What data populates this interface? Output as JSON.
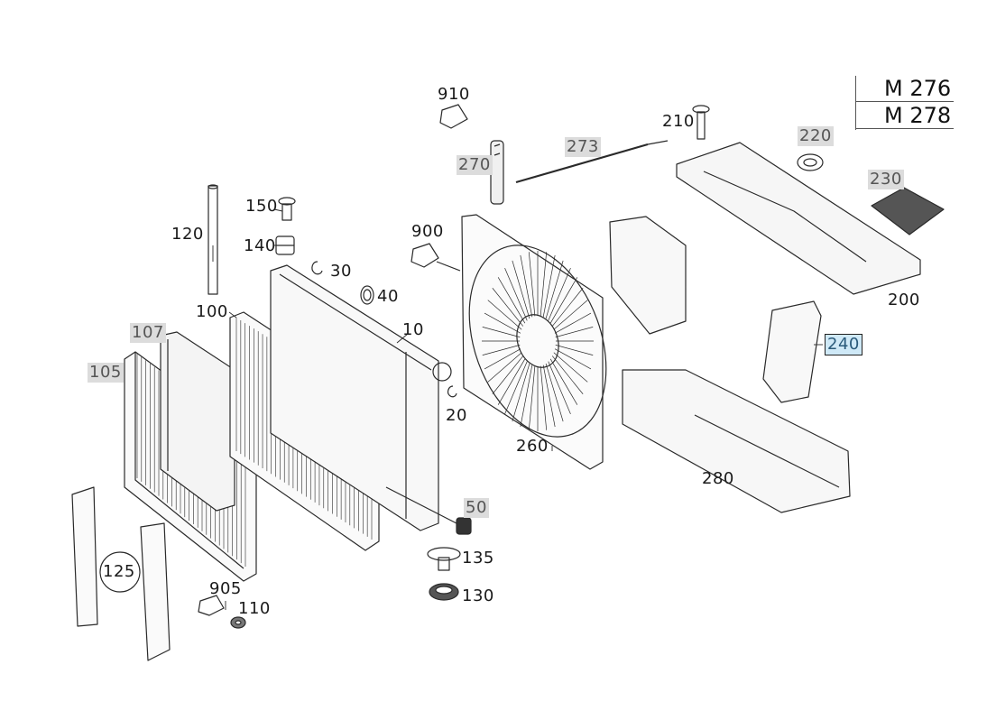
{
  "models": [
    "M 276",
    "M 278"
  ],
  "callouts": [
    {
      "id": "910",
      "style": "plain"
    },
    {
      "id": "270",
      "style": "grey"
    },
    {
      "id": "273",
      "style": "grey"
    },
    {
      "id": "210",
      "style": "plain"
    },
    {
      "id": "220",
      "style": "grey"
    },
    {
      "id": "230",
      "style": "grey"
    },
    {
      "id": "200",
      "style": "plain"
    },
    {
      "id": "240",
      "style": "selected"
    },
    {
      "id": "150",
      "style": "plain"
    },
    {
      "id": "140",
      "style": "plain"
    },
    {
      "id": "120",
      "style": "plain"
    },
    {
      "id": "30",
      "style": "plain"
    },
    {
      "id": "40",
      "style": "plain"
    },
    {
      "id": "900",
      "style": "plain"
    },
    {
      "id": "100",
      "style": "plain"
    },
    {
      "id": "107",
      "style": "grey"
    },
    {
      "id": "105",
      "style": "grey"
    },
    {
      "id": "10",
      "style": "plain"
    },
    {
      "id": "20",
      "style": "plain"
    },
    {
      "id": "260",
      "style": "plain"
    },
    {
      "id": "280",
      "style": "plain"
    },
    {
      "id": "50",
      "style": "grey"
    },
    {
      "id": "135",
      "style": "plain"
    },
    {
      "id": "130",
      "style": "plain"
    },
    {
      "id": "125",
      "style": "plain"
    },
    {
      "id": "905",
      "style": "plain"
    },
    {
      "id": "110",
      "style": "plain"
    }
  ],
  "colors": {
    "line": "#2a2a2a",
    "grey_label_bg": "#dcdcdc",
    "selected_label_bg": "#cfe9f7"
  }
}
